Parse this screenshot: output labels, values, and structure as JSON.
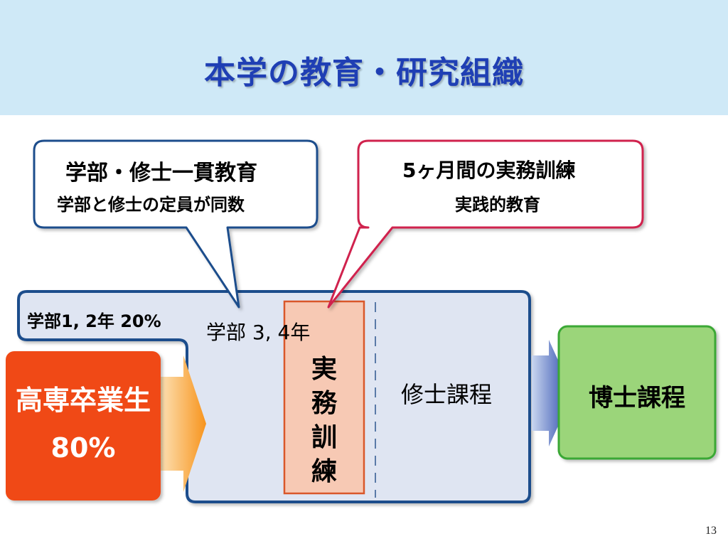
{
  "slide": {
    "title": "本学の教育・研究組織",
    "page_number": "13"
  },
  "callouts": {
    "left": {
      "line1": "学部・修士一貫教育",
      "line2": "学部と修士の定員が同数"
    },
    "right": {
      "line1": "5ヶ月間の実務訓練",
      "line2": "実践的教育"
    }
  },
  "program": {
    "year12_label": "学部1, 2年 20%",
    "year34_label": "学部 3, 4年",
    "practicum_label": "実務訓練",
    "master_label": "修士課程",
    "doctor_label": "博士課程"
  },
  "kosen": {
    "label": "高専卒業生",
    "percent": "80%"
  },
  "colors": {
    "header_bg": "#cfe9f7",
    "title": "#1f3fb4",
    "callout_left_border": "#1f4e8c",
    "callout_right_border": "#d0204e",
    "program_bg": "#dfe5f2",
    "program_border": "#1f4e8c",
    "kosen_bg": "#f04a12",
    "practicum_bg": "#f7c9b4",
    "practicum_border": "#d9572a",
    "doctor_bg": "#9bd57a",
    "doctor_border": "#3aa836",
    "orange_arrow": "#f7941d",
    "blue_arrow": "#1f3fa8"
  }
}
